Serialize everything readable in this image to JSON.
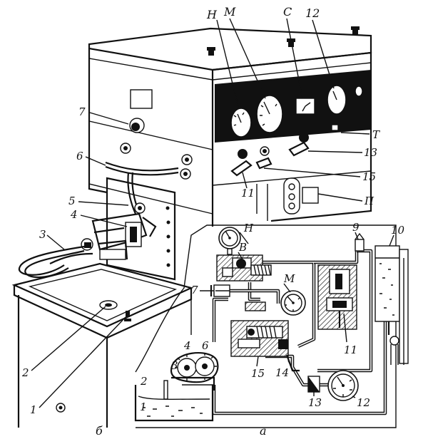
{
  "labels": {
    "n_top": "Н",
    "m_top": "М",
    "c_top": "С",
    "n12_top": "12",
    "n7_left": "7",
    "n6_left": "6",
    "n5_left": "5",
    "n4_left": "4",
    "n3_left": "3",
    "n2_left": "2",
    "n1_left": "1",
    "n11_front": "11",
    "n15_front": "15",
    "n13_front": "13",
    "t_front": "Т",
    "p_front": "П",
    "n_schem": "Н",
    "v_schem": "В",
    "m_schem": "М",
    "n9_schem": "9",
    "n10_schem": "10",
    "n7_schem": "7",
    "n4_schem": "4",
    "n6_schem": "6",
    "n3_schem": "3",
    "n2_schem": "2",
    "n1_schem": "1",
    "n15_schem": "15",
    "n14_schem": "14",
    "n11_schem": "11",
    "n13_schem": "13",
    "n12_schem": "12",
    "fig_b": "б",
    "fig_a": "а"
  }
}
